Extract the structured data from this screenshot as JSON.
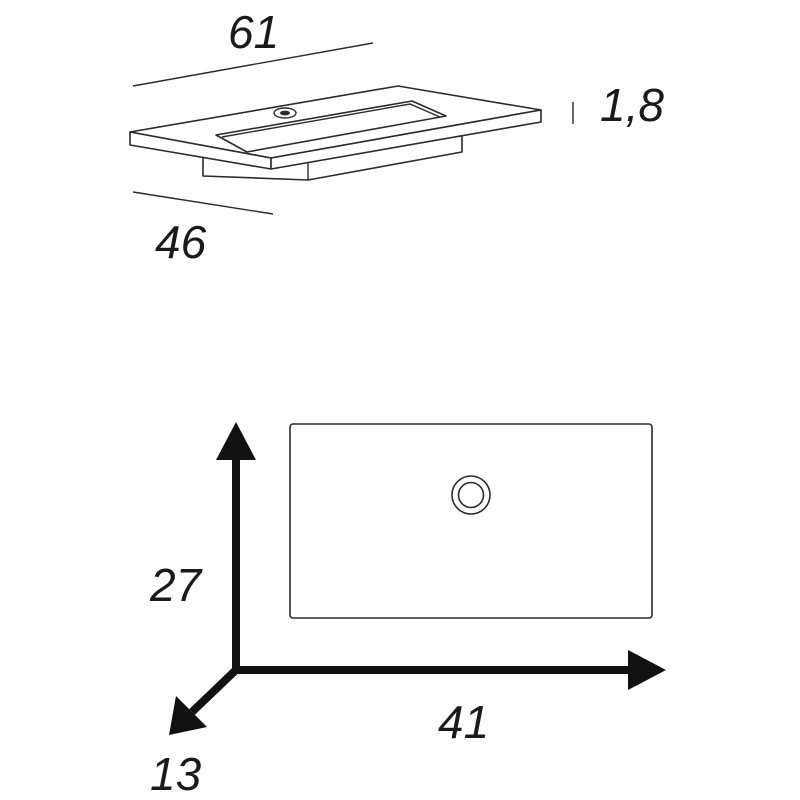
{
  "top_view": {
    "width_label": "61",
    "depth_label": "46",
    "thickness_label": "1,8"
  },
  "basin_view": {
    "height_label": "27",
    "width_label": "41",
    "depth_label": "13"
  }
}
